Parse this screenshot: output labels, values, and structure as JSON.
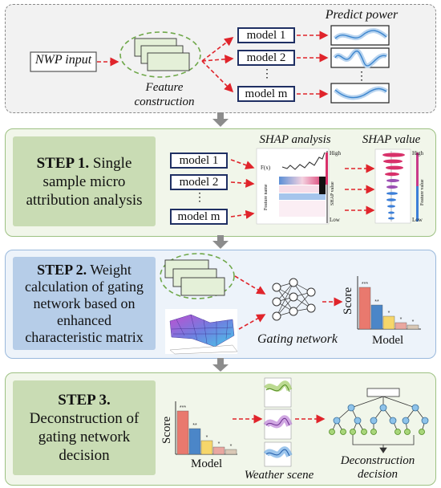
{
  "top": {
    "input_label": "NWP input",
    "feature_label_line1": "Feature",
    "feature_label_line2": "construction",
    "predict_label": "Predict power",
    "models": [
      "model 1",
      "model 2",
      "model m"
    ],
    "ellipsis": "⋮"
  },
  "step1": {
    "title_bold": "STEP 1.",
    "title_rest_line1": " Single",
    "title_line2": "sample micro",
    "title_line3": "attribution analysis",
    "models": [
      "model 1",
      "model 2",
      "model m"
    ],
    "ellipsis": "⋮",
    "shap_analysis_label": "SHAP analysis",
    "shap_value_label": "SHAP value",
    "fx_label": "F(x)",
    "feature_name_label": "Feature name",
    "shap_value_axis": "SHAP value",
    "feature_value_axis": "Feature value",
    "high1": "High",
    "low1": "Low",
    "high2": "High",
    "low2": "Low"
  },
  "step2": {
    "title_bold": "STEP 2.",
    "title_rest_line1": " Weight",
    "title_line2": "calculation of gating",
    "title_line3": "network based on",
    "title_line4": "enhanced",
    "title_line5": "characteristic matrix",
    "gating_label": "Gating network",
    "score_label": "Score",
    "model_label": "Model",
    "bar_annotations": [
      "***",
      "**",
      "*",
      "*",
      "*"
    ]
  },
  "step3": {
    "title_bold": "STEP 3.",
    "title_line2": "Deconstruction of",
    "title_line3": "gating network",
    "title_line4": "decision",
    "score_label": "Score",
    "model_label": "Model",
    "weather_label": "Weather scene",
    "decon_line1": "Deconstruction",
    "decon_line2": "decision",
    "bar_annotations": [
      "***",
      "**",
      "*",
      "*",
      "*"
    ]
  }
}
